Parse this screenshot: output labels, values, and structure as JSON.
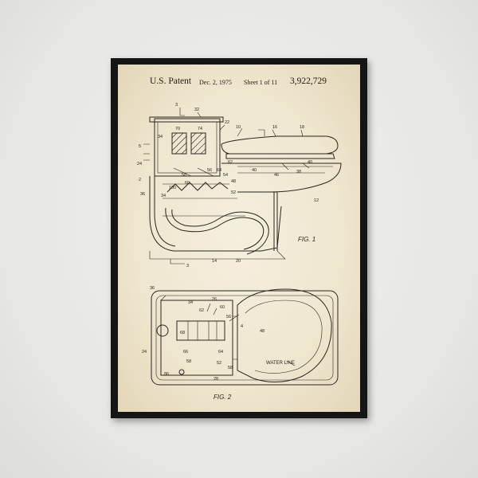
{
  "patent": {
    "header_left": "U.S. Patent",
    "date": "Dec. 2, 1975",
    "sheet": "Sheet 1 of 11",
    "number": "3,922,729"
  },
  "figure1": {
    "label": "FIG. 1",
    "refs": [
      "32",
      "3",
      "22",
      "10",
      "16",
      "18",
      "70",
      "74",
      "34",
      "5",
      "24",
      "2",
      "62",
      "40",
      "46",
      "38",
      "40",
      "58",
      "56",
      "64",
      "54",
      "48",
      "60",
      "52",
      "36",
      "100",
      "34",
      "12",
      "3",
      "14",
      "20"
    ]
  },
  "figure2": {
    "label": "FIG. 2",
    "water_line": "WATER LINE",
    "refs": [
      "36",
      "26",
      "34",
      "62",
      "60",
      "56",
      "4",
      "48",
      "68",
      "24",
      "66",
      "64",
      "58",
      "52",
      "58",
      "86",
      "28"
    ]
  },
  "colors": {
    "paper": "#efe6cf",
    "ink": "#2a2520",
    "frame": "#151515",
    "wall": "#e9e9e7"
  }
}
